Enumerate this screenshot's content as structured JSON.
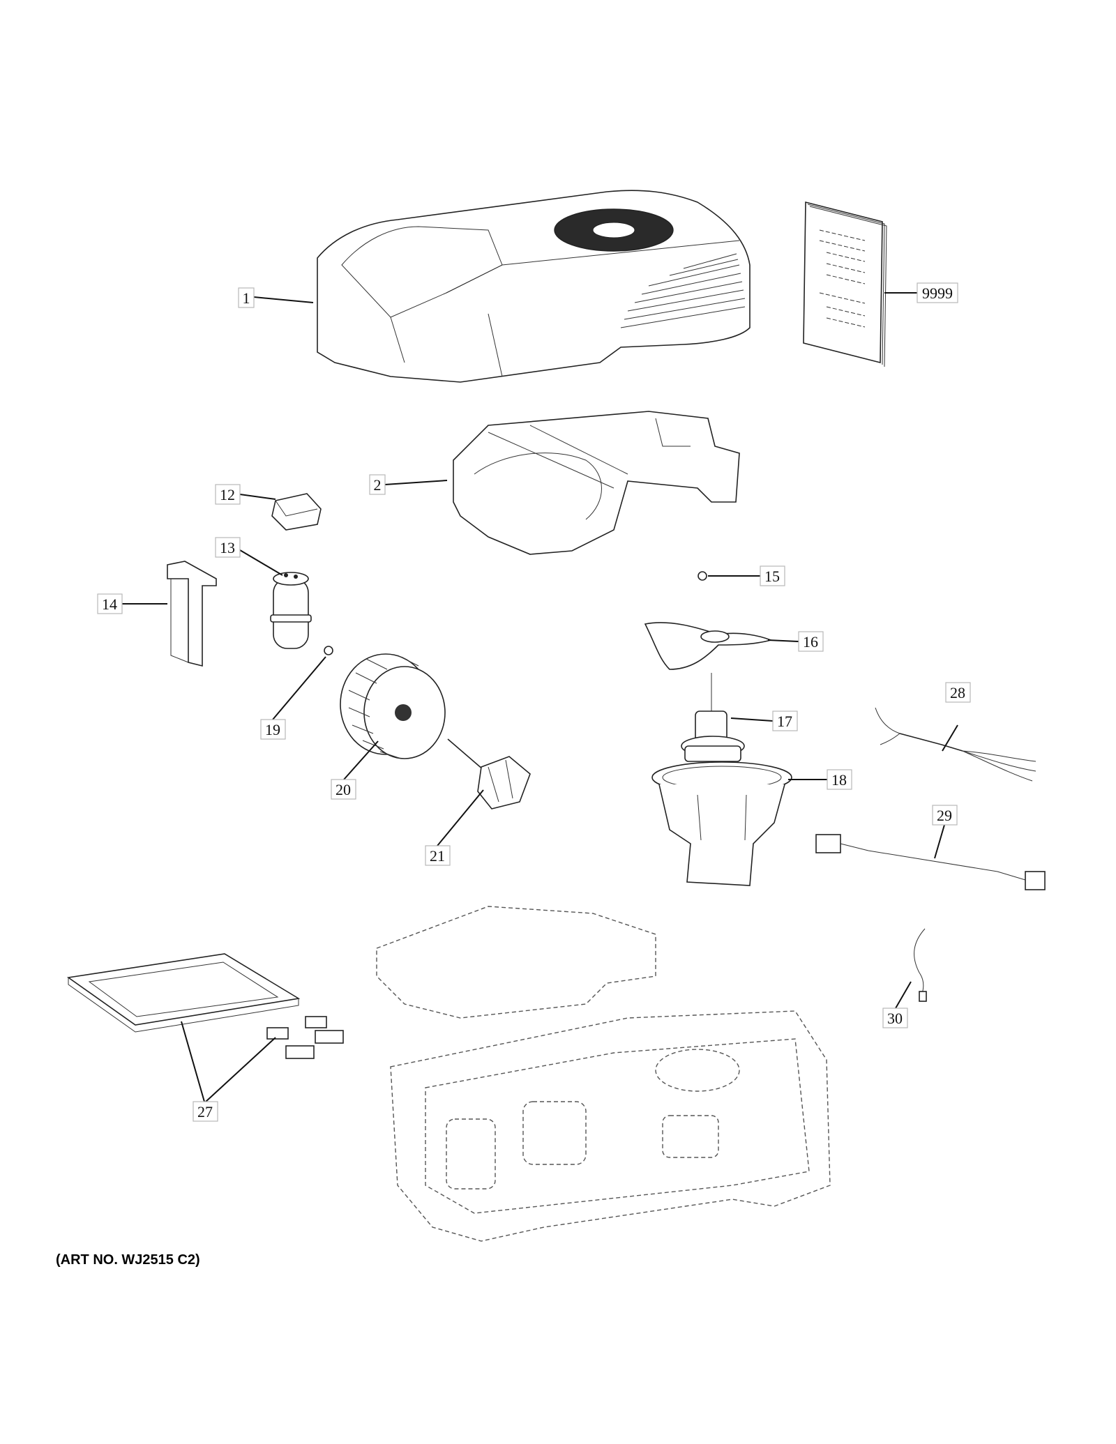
{
  "diagram": {
    "art_number": "(ART NO. WJ2515 C2)",
    "callouts": {
      "c1": "1",
      "c2": "2",
      "c12": "12",
      "c13": "13",
      "c14": "14",
      "c15": "15",
      "c16": "16",
      "c17": "17",
      "c18": "18",
      "c19": "19",
      "c20": "20",
      "c21": "21",
      "c27": "27",
      "c28": "28",
      "c29": "29",
      "c30": "30",
      "c9999": "9999"
    }
  }
}
